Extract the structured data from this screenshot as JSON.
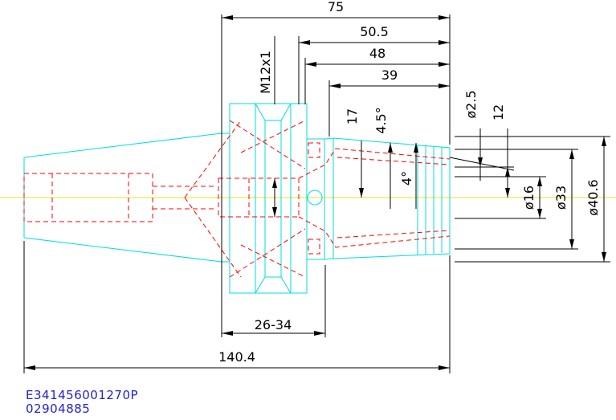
{
  "dimensions": {
    "overall_length": "140.4",
    "length_75": "75",
    "length_50_5": "50.5",
    "length_48": "48",
    "length_39": "39",
    "length_17": "17",
    "thread": "M12x1",
    "angle_4_5": "4.5°",
    "angle_4": "4°",
    "dia_2_5": "ø2.5",
    "dim_12": "12",
    "dia_16": "ø16",
    "dia_33": "ø33",
    "dia_40_6": "ø40.6",
    "range_26_34": "26-34"
  },
  "codes": {
    "part_number": "E341456001270P",
    "serial": "02904885"
  },
  "colors": {
    "visible": "#00dddd",
    "hidden": "#ff0000",
    "dimension": "#000000",
    "centerline": "#f0e020",
    "code_text": "#2222cc"
  }
}
